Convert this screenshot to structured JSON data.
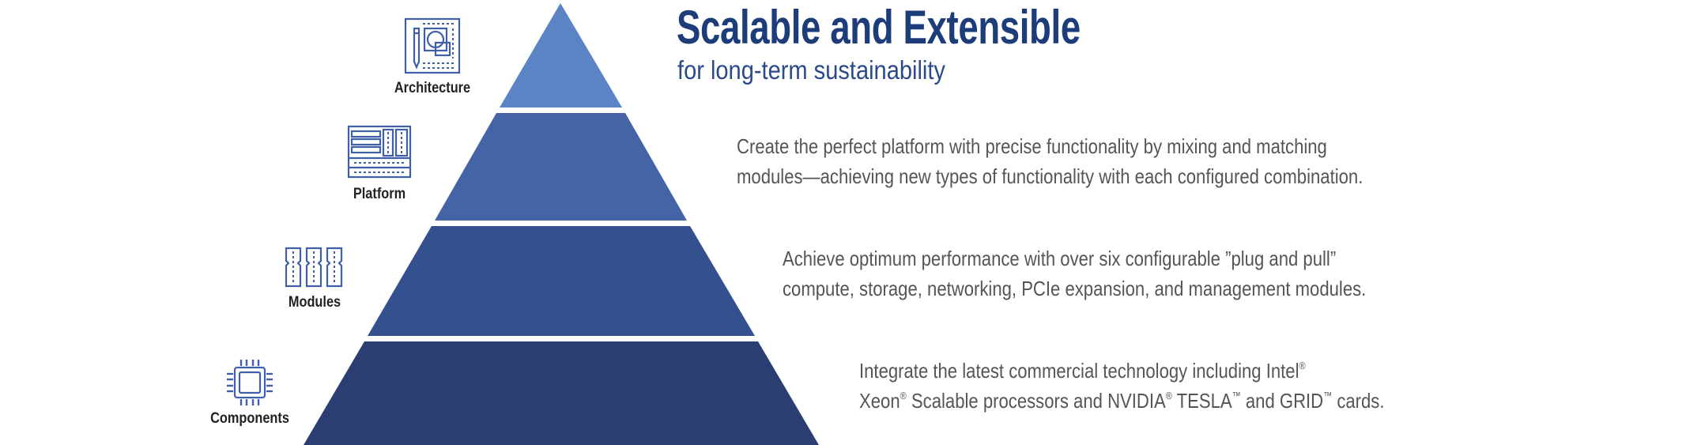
{
  "header": {
    "title": "Scalable and Extensible",
    "subtitle": "for long-term sustainability"
  },
  "tiers": [
    {
      "label": "Architecture",
      "icon": "blueprint-icon"
    },
    {
      "label": "Platform",
      "icon": "server-chassis-icon"
    },
    {
      "label": "Modules",
      "icon": "modules-icon"
    },
    {
      "label": "Components",
      "icon": "chip-icon"
    }
  ],
  "descriptions": {
    "platform": {
      "line1": "Create the perfect platform with precise functionality by mixing and matching",
      "line2": "modules—achieving new types of functionality with each configured combination."
    },
    "modules": {
      "line1": "Achieve optimum performance with over six configurable ”plug and pull”",
      "line2": "compute, storage, networking, PCIe expansion, and management modules."
    },
    "components": {
      "line1_a": "Integrate the latest commercial technology including Intel",
      "line2_a": "Xeon",
      "line2_b": " Scalable processors and NVIDIA",
      "line2_c": " TESLA",
      "line2_d": " and GRID",
      "line2_e": " cards.",
      "reg": "®",
      "tm": "™"
    }
  },
  "colors": {
    "tier1": "#5a84c6",
    "tier2": "#4464a6",
    "tier3": "#35508e",
    "tier4": "#2a3e72",
    "icon": "#3f5fa8",
    "title": "#1d3c7a"
  }
}
